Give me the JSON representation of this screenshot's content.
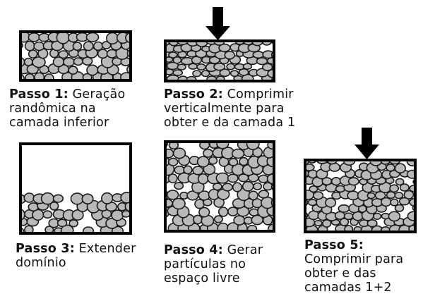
{
  "steps": [
    {
      "id": 1,
      "bold": "Passo 1:",
      "lines": [
        "Geração",
        "randômica na",
        "camada inferior"
      ],
      "has_arrow": false,
      "fill_fraction": 1.0
    },
    {
      "id": 2,
      "bold": "Passo 2:",
      "lines": [
        "Comprimir",
        "verticalmente para",
        "obter e da camada 1"
      ],
      "has_arrow": true,
      "fill_fraction": 1.0
    },
    {
      "id": 3,
      "bold": "Passo 3:",
      "lines": [
        "Extender",
        "domínio"
      ],
      "has_arrow": false,
      "fill_fraction": 0.45
    },
    {
      "id": 4,
      "bold": "Passo 4:",
      "lines": [
        "Gerar",
        "partículas no",
        "espaço livre"
      ],
      "has_arrow": false,
      "fill_fraction": 1.0
    },
    {
      "id": 5,
      "bold": "Passo 5:",
      "lines": [
        "",
        "Comprimir para",
        "obter e das",
        "camadas 1+2"
      ],
      "has_arrow": true,
      "fill_fraction": 1.0
    }
  ],
  "colors": {
    "particle_fill": "#b9b9b9",
    "particle_stroke": "#1a1a1a",
    "box_stroke": "#000000",
    "arrow": "#000000"
  }
}
